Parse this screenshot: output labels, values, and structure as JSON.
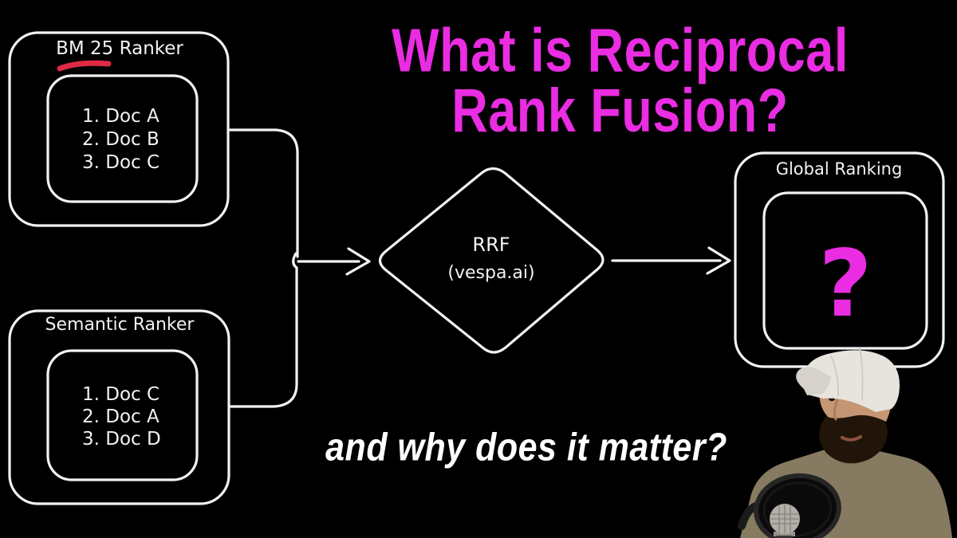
{
  "title": {
    "line1": "What is Reciprocal",
    "line2": "Rank Fusion?"
  },
  "subtitle": {
    "text": "and why does it matter?"
  },
  "diagram": {
    "bm25_box": {
      "label": "BM 25 Ranker",
      "items": [
        "1. Doc A",
        "2. Doc B",
        "3. Doc C"
      ]
    },
    "semantic_box": {
      "label": "Semantic Ranker",
      "items": [
        "1. Doc C",
        "2. Doc A",
        "3. Doc D"
      ]
    },
    "fusion_node": {
      "label": "RRF",
      "sublabel": "(vespa.ai)"
    },
    "global_box": {
      "label": "Global Ranking",
      "value": "?"
    }
  },
  "colors": {
    "background": "#000000",
    "stroke_white": "#f2f2f2",
    "accent_magenta": "#ea2ce2",
    "underline_red": "#de2a44",
    "cap_white": "#e7e3dd",
    "skin_tan": "#c49673",
    "beard_brown": "#211509",
    "shirt_olive": "#867b60",
    "mic_silver": "#b2afa9"
  }
}
